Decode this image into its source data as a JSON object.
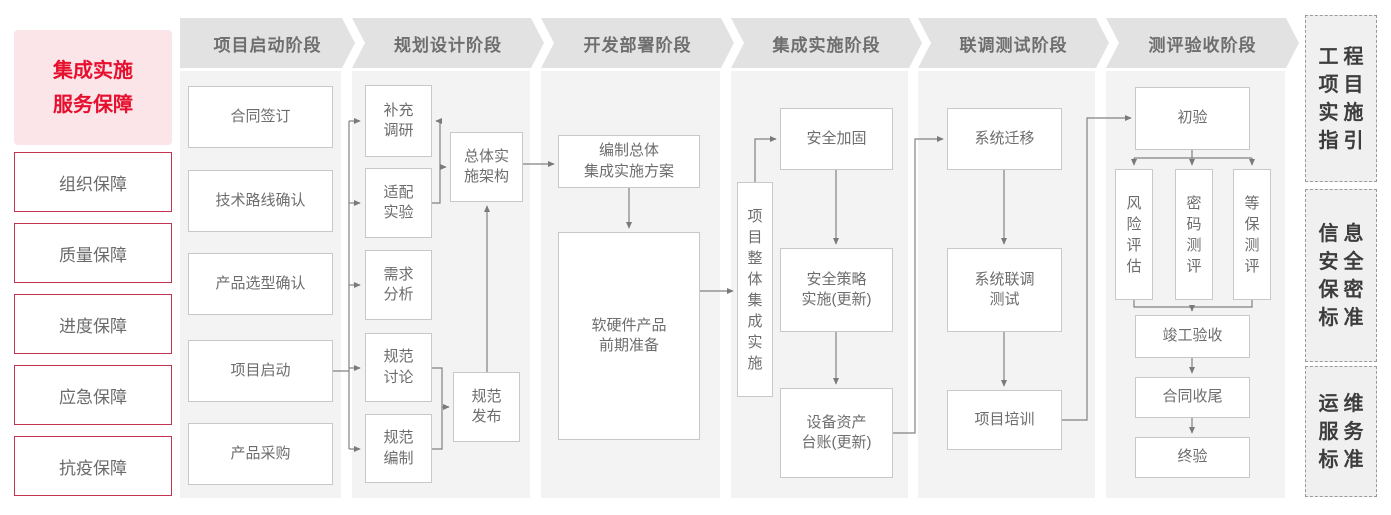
{
  "sidebar": {
    "title": "集成实施\n服务保障",
    "items": [
      "组织保障",
      "质量保障",
      "进度保障",
      "应急保障",
      "抗疫保障"
    ]
  },
  "phases": [
    "项目启动阶段",
    "规划设计阶段",
    "开发部署阶段",
    "集成实施阶段",
    "联调测试阶段",
    "测评验收阶段"
  ],
  "flow": {
    "startup": [
      "合同签订",
      "技术路线确认",
      "产品选型确认",
      "项目启动",
      "产品采购"
    ],
    "planning": {
      "tasks": [
        "补充\n调研",
        "适配\n实验",
        "需求\n分析",
        "规范\n讨论",
        "规范\n编制"
      ],
      "architecture": "总体实\n施架构",
      "publish": "规范\n发布"
    },
    "development": {
      "plan": "编制总体\n集成实施方案",
      "prepare": "软硬件产品\n前期准备"
    },
    "integration": {
      "overall": "项目整体集成实施",
      "hardening": "安全加固",
      "policy": "安全策略\n实施(更新)",
      "assets": "设备资产\n台账(更新)"
    },
    "testing": {
      "migration": "系统迁移",
      "joint_test": "系统联调\n测试",
      "training": "项目培训"
    },
    "acceptance": {
      "initial": "初验",
      "evaluations": [
        "风险评估",
        "密码测评",
        "等保测评"
      ],
      "completion": "竣工验收",
      "closeout": "合同收尾",
      "final": "终验"
    }
  },
  "references": [
    "工程\n项目\n实施\n指引",
    "信息\n安全\n保密\n标准",
    "运维\n服务\n标准"
  ],
  "colors": {
    "accent_red": "#e60f2e",
    "pink_bg": "#fbe5e8",
    "border_red": "#c2334d",
    "gray_text": "#6e6d6d",
    "band_bg": "#f4f3f3",
    "header_bg": "#e3e2e2",
    "line": "#7f7f7f"
  }
}
